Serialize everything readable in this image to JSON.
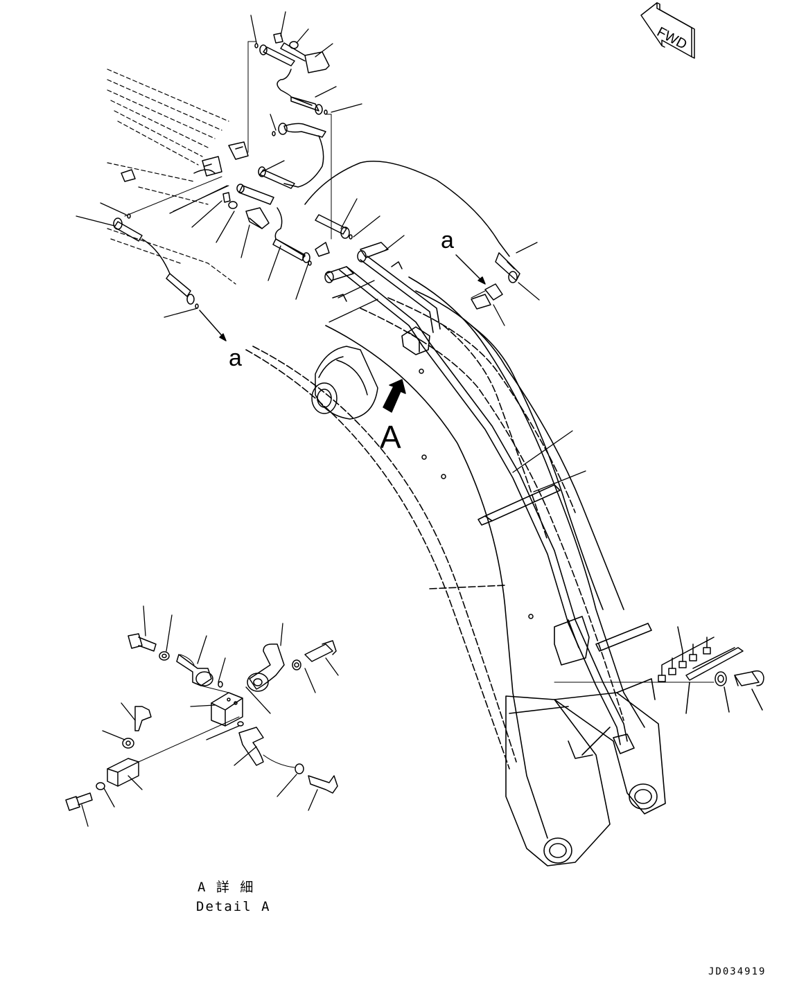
{
  "labels": {
    "view_ref_left": "a",
    "view_ref_right": "a",
    "detail_marker": "A",
    "detail_title_jp": "A 詳 細",
    "detail_title_en": "Detail A",
    "drawing_code": "JD034919",
    "direction": "FWD"
  },
  "colors": {
    "line": "#000000",
    "background": "#ffffff"
  }
}
